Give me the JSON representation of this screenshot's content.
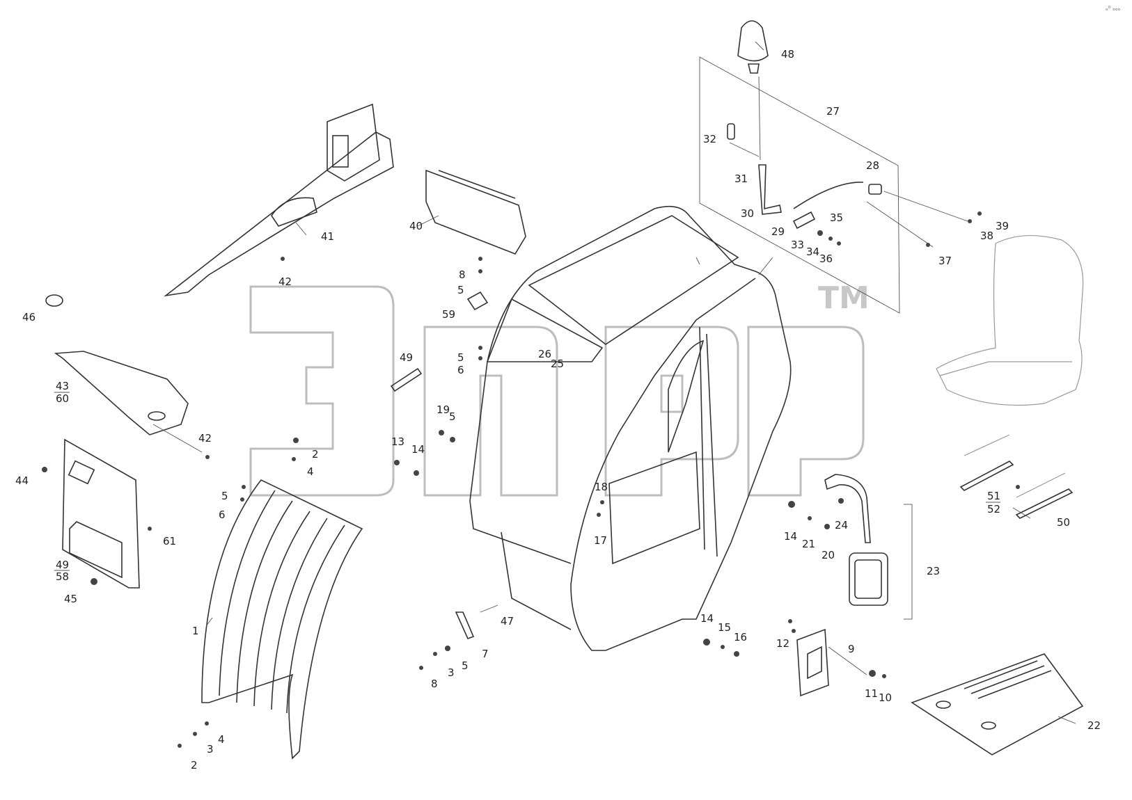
{
  "watermark": {
    "text": "3np",
    "tm": "TM"
  },
  "corner_mark": "ₒ⁰ ₒₒₒ",
  "callouts": [
    {
      "id": "c1",
      "text": "1"
    },
    {
      "id": "c2a",
      "text": "2"
    },
    {
      "id": "c2b",
      "text": "2"
    },
    {
      "id": "c3a",
      "text": "3"
    },
    {
      "id": "c3b",
      "text": "3"
    },
    {
      "id": "c4a",
      "text": "4"
    },
    {
      "id": "c4b",
      "text": "4"
    },
    {
      "id": "c5a",
      "text": "5"
    },
    {
      "id": "c5b",
      "text": "5"
    },
    {
      "id": "c5c",
      "text": "5"
    },
    {
      "id": "c5d",
      "text": "5"
    },
    {
      "id": "c5e",
      "text": "5"
    },
    {
      "id": "c6a",
      "text": "6"
    },
    {
      "id": "c6b",
      "text": "6"
    },
    {
      "id": "c7",
      "text": "7"
    },
    {
      "id": "c8a",
      "text": "8"
    },
    {
      "id": "c8b",
      "text": "8"
    },
    {
      "id": "c9",
      "text": "9"
    },
    {
      "id": "c10",
      "text": "10"
    },
    {
      "id": "c11",
      "text": "11"
    },
    {
      "id": "c12",
      "text": "12"
    },
    {
      "id": "c13",
      "text": "13"
    },
    {
      "id": "c14a",
      "text": "14"
    },
    {
      "id": "c14b",
      "text": "14"
    },
    {
      "id": "c14c",
      "text": "14"
    },
    {
      "id": "c15",
      "text": "15"
    },
    {
      "id": "c16",
      "text": "16"
    },
    {
      "id": "c17",
      "text": "17"
    },
    {
      "id": "c18",
      "text": "18"
    },
    {
      "id": "c19",
      "text": "19"
    },
    {
      "id": "c20",
      "text": "20"
    },
    {
      "id": "c21",
      "text": "21"
    },
    {
      "id": "c22",
      "text": "22"
    },
    {
      "id": "c23",
      "text": "23"
    },
    {
      "id": "c24",
      "text": "24"
    },
    {
      "id": "c25",
      "text": "25"
    },
    {
      "id": "c26",
      "text": "26"
    },
    {
      "id": "c27",
      "text": "27"
    },
    {
      "id": "c28",
      "text": "28"
    },
    {
      "id": "c29",
      "text": "29"
    },
    {
      "id": "c30",
      "text": "30"
    },
    {
      "id": "c31",
      "text": "31"
    },
    {
      "id": "c32",
      "text": "32"
    },
    {
      "id": "c33",
      "text": "33"
    },
    {
      "id": "c34",
      "text": "34"
    },
    {
      "id": "c35",
      "text": "35"
    },
    {
      "id": "c36",
      "text": "36"
    },
    {
      "id": "c37",
      "text": "37"
    },
    {
      "id": "c38",
      "text": "38"
    },
    {
      "id": "c39",
      "text": "39"
    },
    {
      "id": "c40",
      "text": "40"
    },
    {
      "id": "c41",
      "text": "41"
    },
    {
      "id": "c42a",
      "text": "42"
    },
    {
      "id": "c42b",
      "text": "42"
    },
    {
      "id": "c43",
      "text": "43"
    },
    {
      "id": "c44",
      "text": "44"
    },
    {
      "id": "c45",
      "text": "45"
    },
    {
      "id": "c46",
      "text": "46"
    },
    {
      "id": "c47",
      "text": "47"
    },
    {
      "id": "c48",
      "text": "48"
    },
    {
      "id": "c49a",
      "text": "49"
    },
    {
      "id": "c49b",
      "text": "49"
    },
    {
      "id": "c50",
      "text": "50"
    },
    {
      "id": "c51",
      "text": "51"
    },
    {
      "id": "c52",
      "text": "52"
    },
    {
      "id": "c58",
      "text": "58"
    },
    {
      "id": "c59",
      "text": "59"
    },
    {
      "id": "c60",
      "text": "60"
    },
    {
      "id": "c61",
      "text": "61"
    }
  ]
}
